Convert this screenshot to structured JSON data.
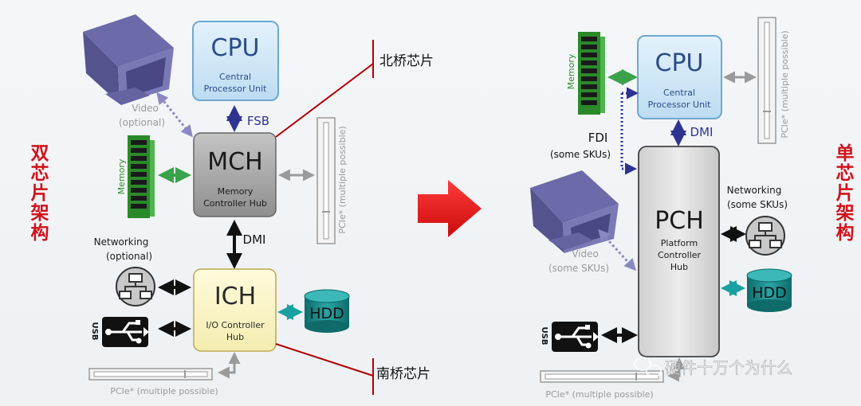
{
  "side_labels": {
    "left": "双芯片架构",
    "right": "单芯片架构"
  },
  "left_diagram": {
    "cpu": {
      "title": "CPU",
      "line1": "Central",
      "line2": "Processor Unit"
    },
    "mch": {
      "title": "MCH",
      "line1": "Memory",
      "line2": "Controller Hub"
    },
    "ich": {
      "title": "ICH",
      "line1": "I/O Controller",
      "line2": "Hub"
    },
    "fsb_label": "FSB",
    "dmi_label": "DMI",
    "video_label_1": "Video",
    "video_label_2": "(optional)",
    "memory_label": "Memory",
    "networking_label_1": "Networking",
    "networking_label_2": "(optional)",
    "usb_label": "USB",
    "hdd_label": "HDD",
    "pcie_vertical_label": "PCIe* (multiple possible)",
    "pcie_horizontal_label": "PCIe* (multiple possible)",
    "northbridge_label": "北桥芯片",
    "southbridge_label": "南桥芯片"
  },
  "right_diagram": {
    "cpu": {
      "title": "CPU",
      "line1": "Central",
      "line2": "Processor Unit"
    },
    "pch": {
      "title": "PCH",
      "line1": "Platform",
      "line2": "Controller",
      "line3": "Hub"
    },
    "dmi_label": "DMI",
    "fdi_label_1": "FDI",
    "fdi_label_2": "(some SKUs)",
    "video_label_1": "Video",
    "video_label_2": "(some SKUs)",
    "memory_label": "Memory",
    "networking_label_1": "Networking",
    "networking_label_2": "(some SKUs)",
    "usb_label": "USB",
    "hdd_label": "HDD",
    "pcie_vertical_label": "PCIe* (multiple possible)",
    "pcie_horizontal_label": "PCIe* (multiple possible)"
  },
  "watermark": "硬件十万个为什么",
  "colors": {
    "side_label": "#d0121b",
    "arrow": "#e41e1e",
    "cpu_fill": "#cfe6f6",
    "mch_fill": "#a6a6a6",
    "ich_fill": "#fbf6c6",
    "pch_fill": "#d8d8d8",
    "memory_green": "#2a8a2a",
    "link_navy": "#2e3392",
    "link_green": "#3aa24a",
    "link_gray": "#9a9a9a",
    "link_teal": "#19a0a0",
    "hdd_teal": "#157a7a",
    "callout_red": "#b30000"
  }
}
